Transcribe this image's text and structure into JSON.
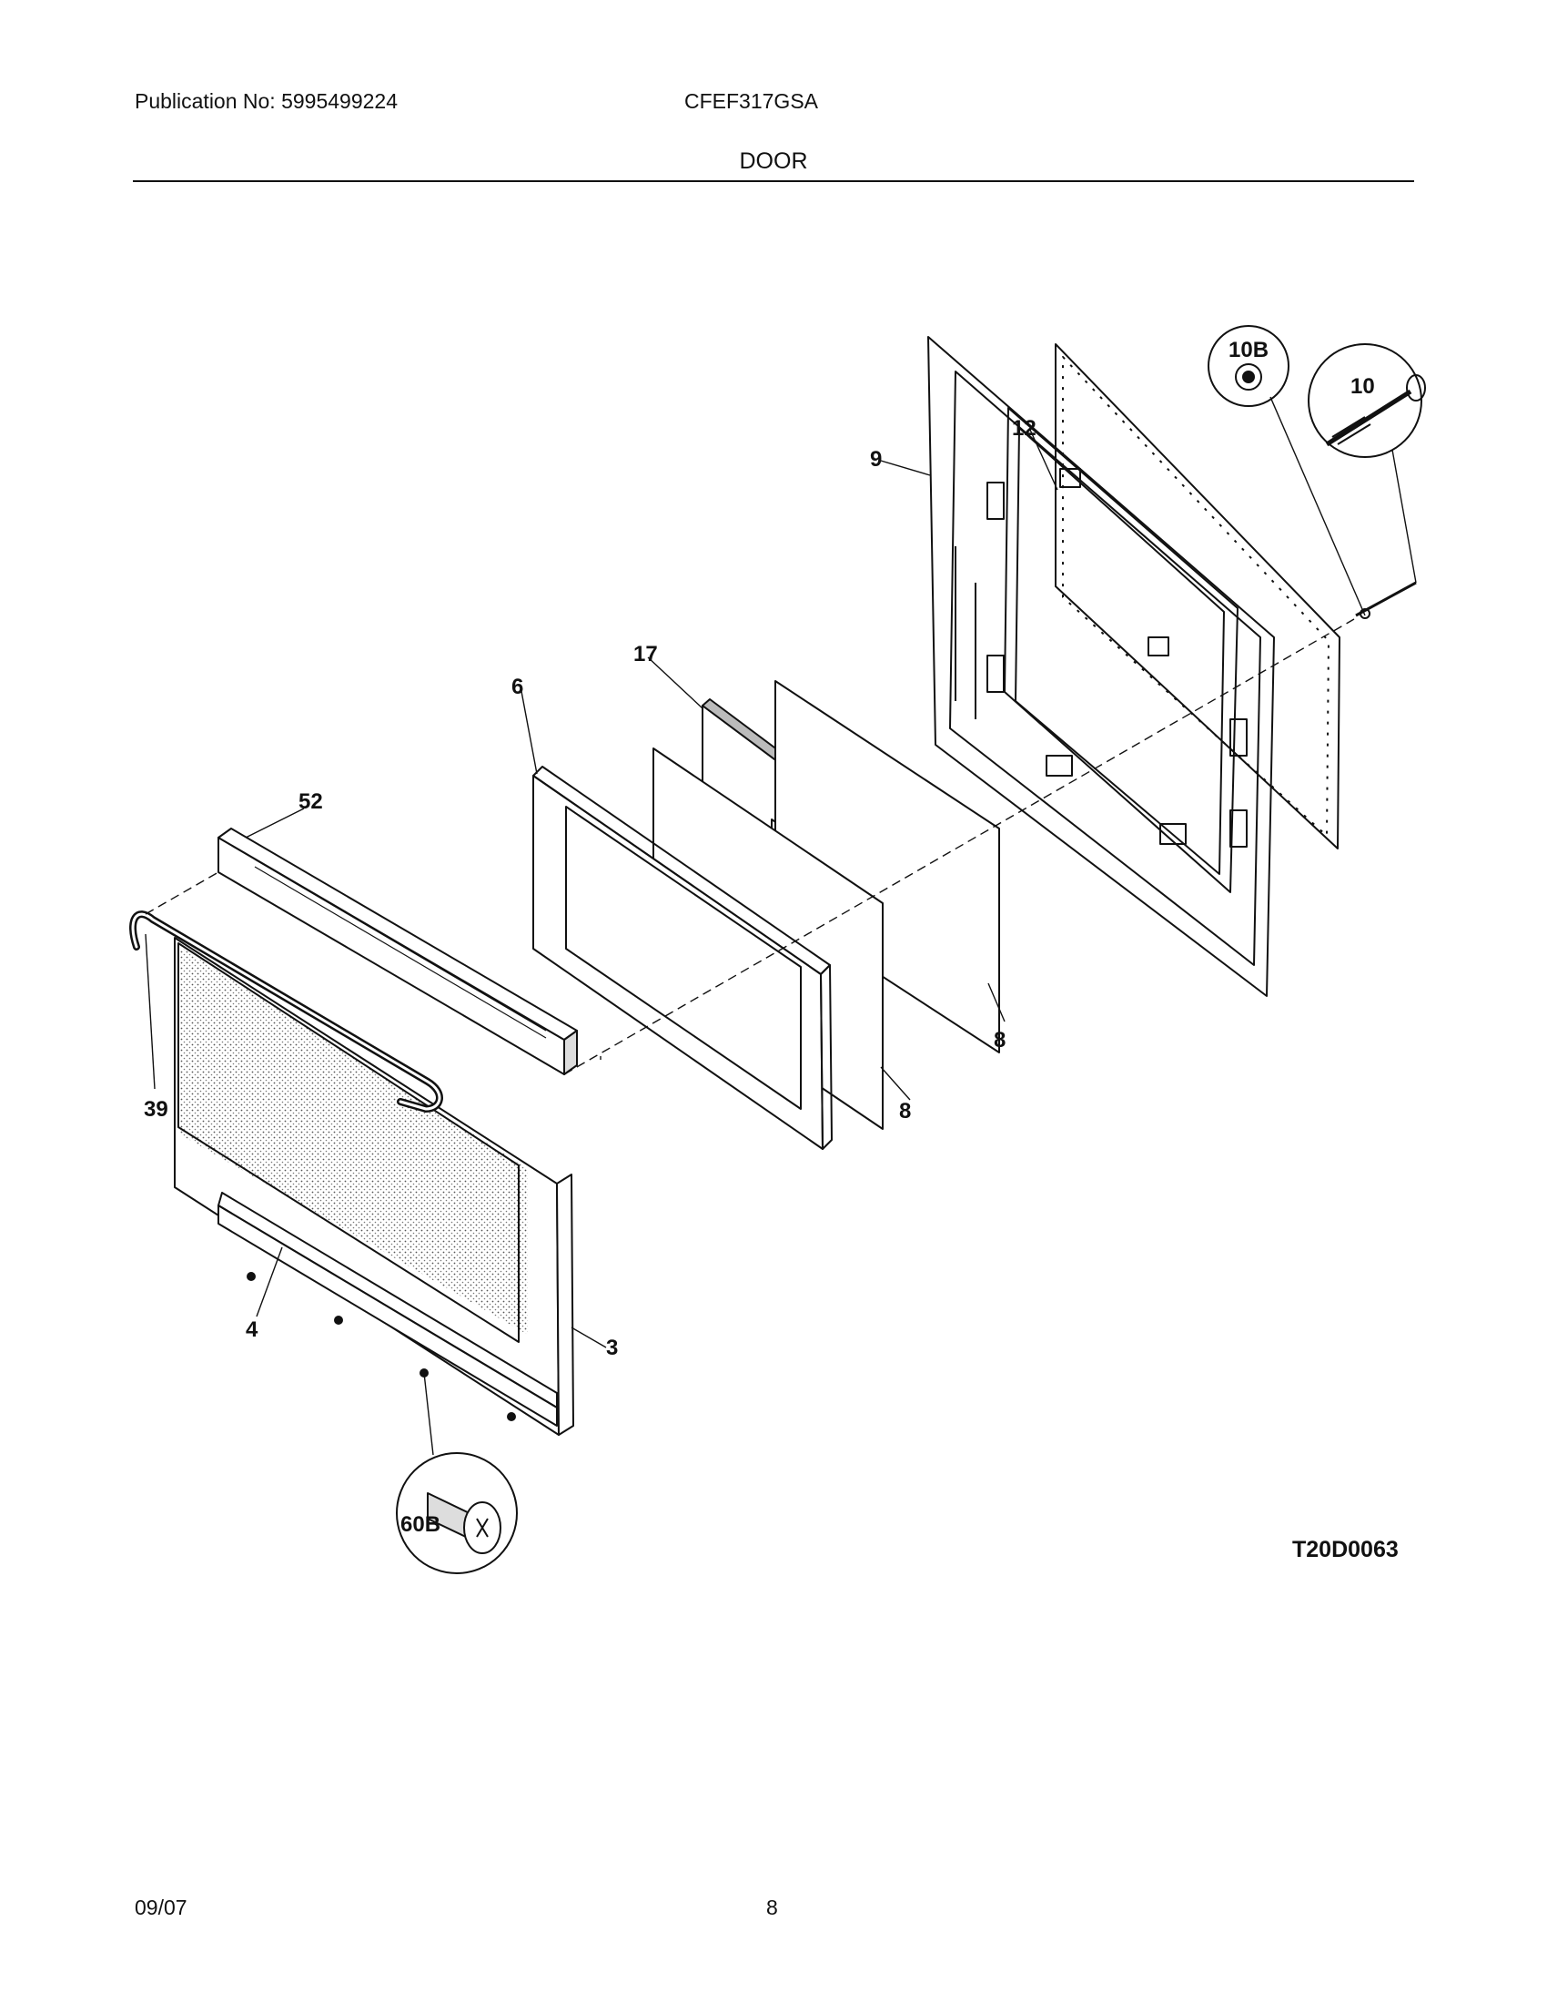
{
  "header": {
    "publication": "Publication No: 5995499224",
    "model": "CFEF317GSA",
    "section": "DOOR"
  },
  "diagram": {
    "code": "T20D0063",
    "callouts": [
      "9",
      "12",
      "10B",
      "10",
      "17",
      "6",
      "52",
      "39",
      "8",
      "8",
      "4",
      "3",
      "60B"
    ]
  },
  "footer": {
    "date": "09/07",
    "page": "8"
  }
}
